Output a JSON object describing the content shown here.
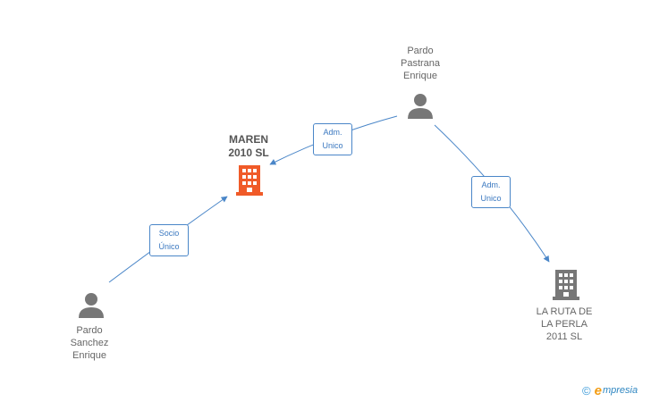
{
  "nodes": {
    "pardo_pastrana": {
      "label": "Pardo\nPastrana\nEnrique",
      "icon": "person-icon",
      "color": "#777777"
    },
    "maren": {
      "label": "MAREN\n2010 SL",
      "icon": "building-icon",
      "color": "#f05a28"
    },
    "la_ruta": {
      "label": "LA RUTA DE\nLA PERLA\n2011 SL",
      "icon": "building-icon",
      "color": "#777777"
    },
    "pardo_sanchez": {
      "label": "Pardo\nSanchez\nEnrique",
      "icon": "person-icon",
      "color": "#777777"
    }
  },
  "edges": {
    "pastrana_maren": {
      "label": "Adm.\nUnico"
    },
    "pastrana_ruta": {
      "label": "Adm.\nUnico"
    },
    "sanchez_maren": {
      "label": "Socio\nÚnico"
    }
  },
  "footer": {
    "copyright": "©",
    "brand_initial": "e",
    "brand_rest": "mpresia"
  },
  "colors": {
    "edge": "#4a86c8",
    "main_building": "#f05a28",
    "building": "#777777",
    "person": "#777777"
  }
}
